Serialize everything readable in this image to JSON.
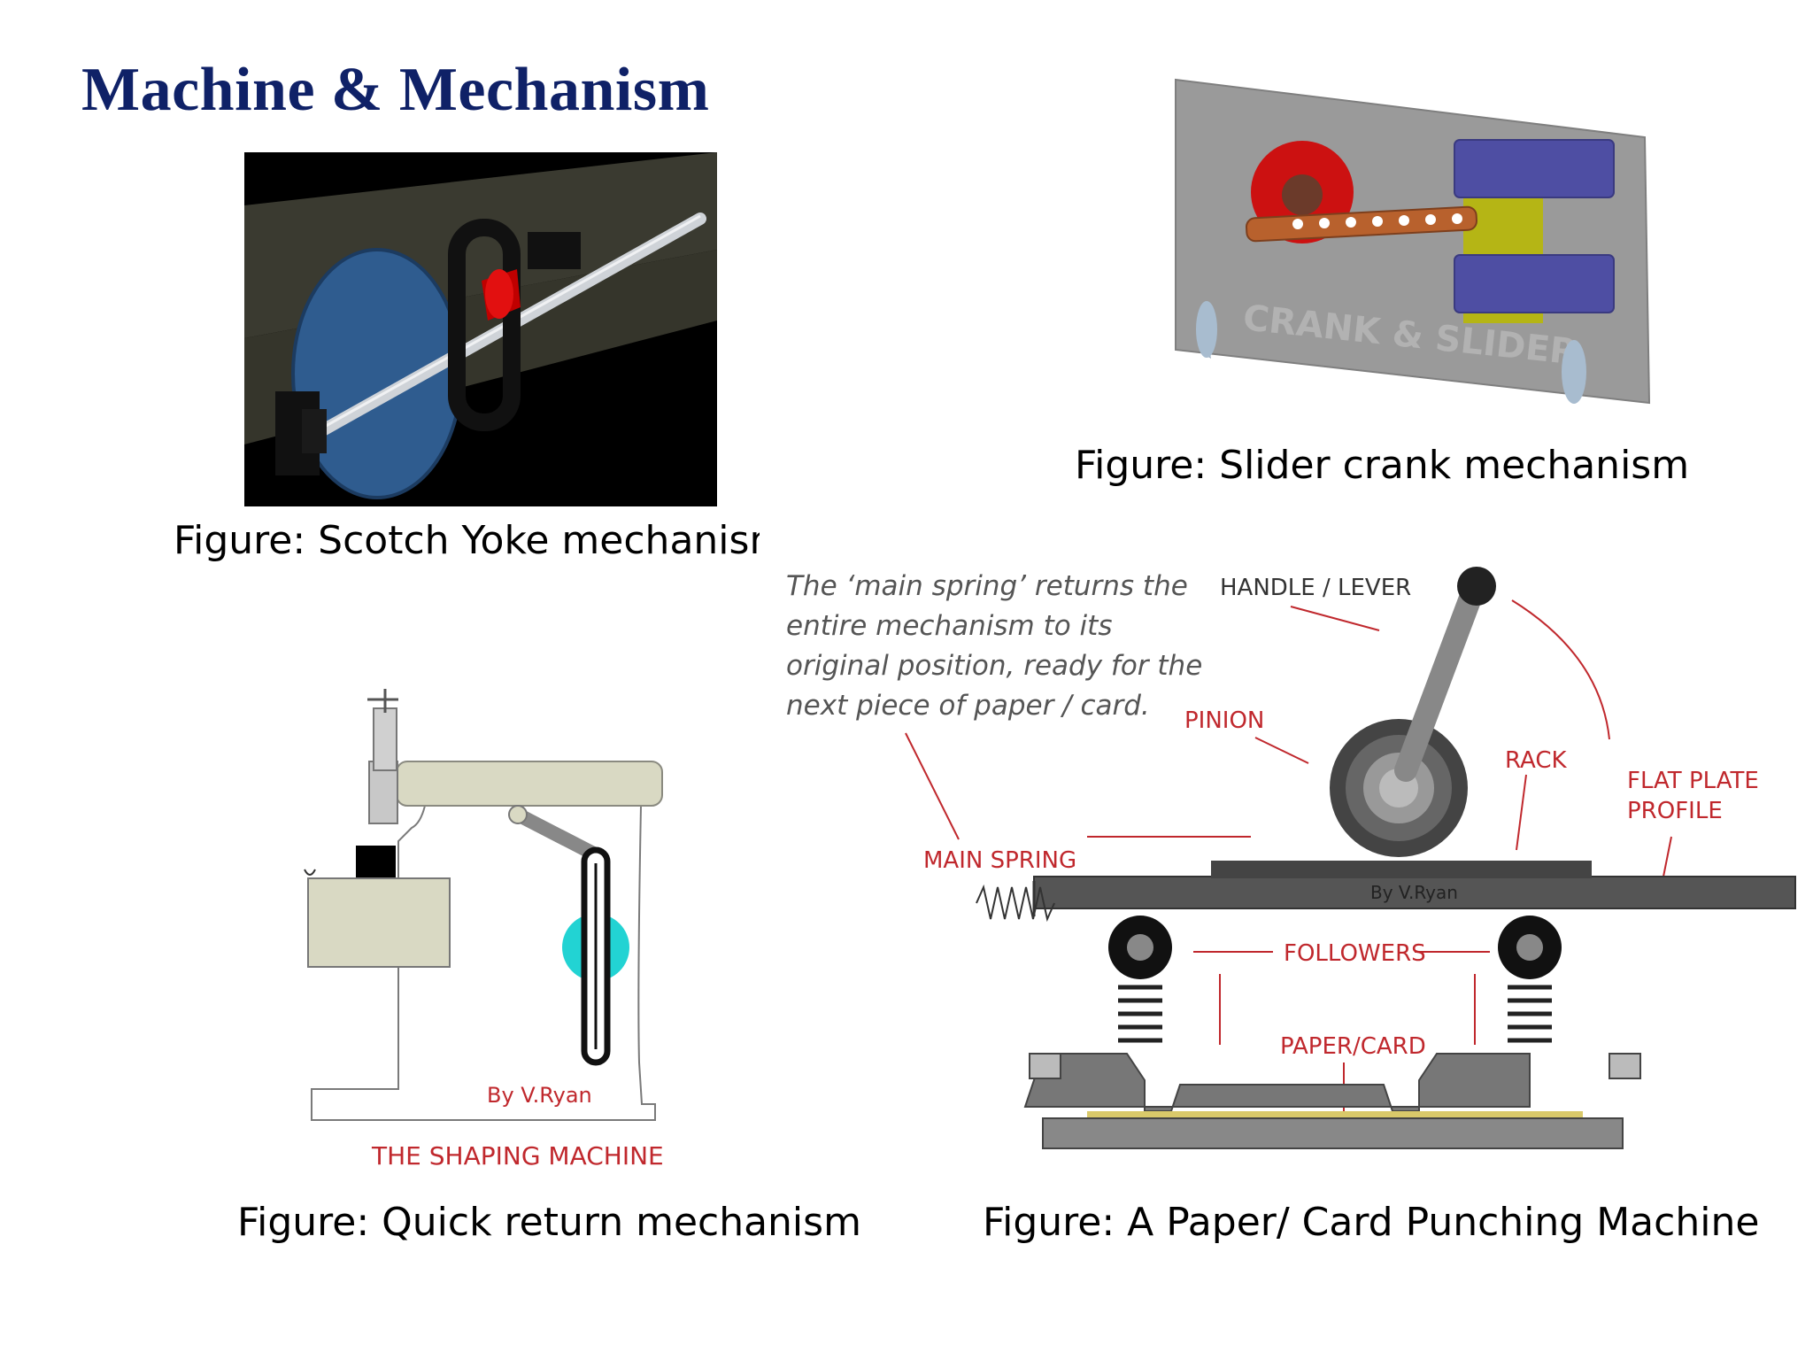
{
  "slide": {
    "title": "Machine & Mechanism"
  },
  "figures": {
    "scotch_yoke": {
      "caption": "Figure: Scotch Yoke mechanism"
    },
    "slider_crank": {
      "caption": "Figure: Slider crank mechanism",
      "plate_text": "CRANK & SLIDER"
    },
    "quick_return": {
      "caption": "Figure: Quick return mechanism",
      "credit": "By V.Ryan",
      "label": "THE SHAPING MACHINE"
    },
    "punching_machine": {
      "caption": "Figure: A Paper/ Card Punching Machine",
      "note_lines": [
        "The ‘main spring’ returns the",
        "entire  mechanism  to  its",
        "original position, ready for the",
        "next piece of paper / card."
      ],
      "labels": {
        "handle": "HANDLE / LEVER",
        "pinion": "PINION",
        "rack": "RACK",
        "flat_plate_1": "FLAT PLATE",
        "flat_plate_2": "PROFILE",
        "main_spring": "MAIN SPRING",
        "followers": "FOLLOWERS",
        "paper": "PAPER/CARD",
        "credit": "By V.Ryan"
      }
    }
  },
  "colors": {
    "title": "#0f2167",
    "annotation_red": "#c0282d"
  }
}
